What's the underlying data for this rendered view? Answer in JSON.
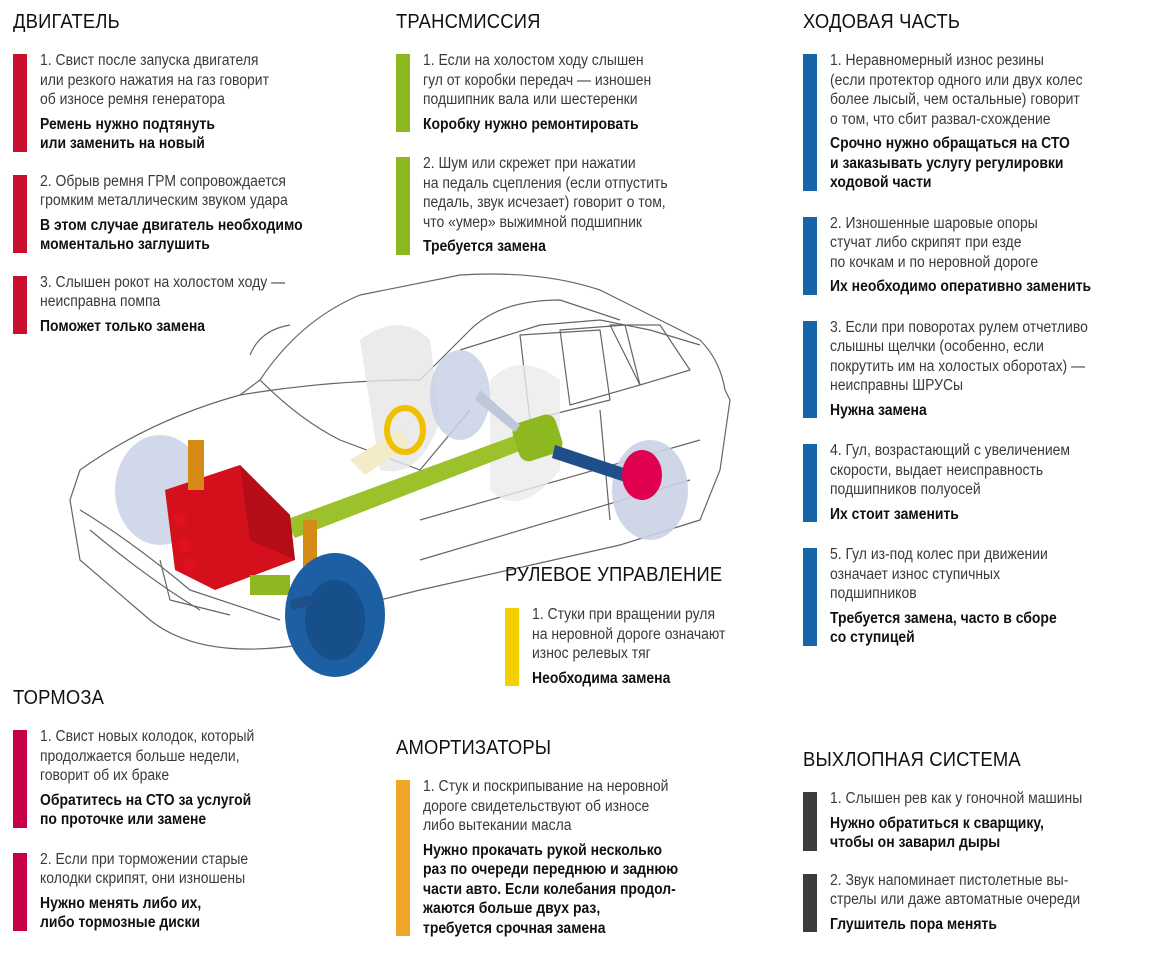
{
  "colors": {
    "engine": "#c8102e",
    "transmission": "#8db81f",
    "chassis": "#1565a8",
    "steering": "#f5d000",
    "brakes": "#c8004a",
    "shocks": "#eea726",
    "exhaust": "#3c3c3c"
  },
  "sections": {
    "engine": {
      "title": "ДВИГАТЕЛЬ",
      "items": [
        {
          "desc": "1. Свист после запуска двигателя\nили резкого нажатия на газ говорит\nоб износе ремня генератора",
          "action": "Ремень нужно подтянуть\nили заменить на новый"
        },
        {
          "desc": "2. Обрыв ремня ГРМ сопровождается\nгромким металлическим звуком удара",
          "action": "В этом случае двигатель необходимо\nмоментально заглушить"
        },
        {
          "desc": "3. Слышен рокот на холостом ходу —\nнеисправна помпа",
          "action": "Поможет только замена"
        }
      ]
    },
    "transmission": {
      "title": "ТРАНСМИССИЯ",
      "items": [
        {
          "desc": "1. Если на холостом ходу слышен\nгул от коробки передач — изношен\nподшипник вала или шестеренки",
          "action": "Коробку нужно ремонтировать"
        },
        {
          "desc": "2. Шум или скрежет при нажатии\nна педаль сцепления (если отпустить\nпедаль, звук исчезает) говорит о том,\nчто «умер» выжимной подшипник",
          "action": "Требуется замена"
        }
      ]
    },
    "chassis": {
      "title": "ХОДОВАЯ ЧАСТЬ",
      "items": [
        {
          "desc": "1. Неравномерный износ резины\n(если протектор одного или двух колес\nболее лысый, чем остальные) говорит\nо том, что сбит развал-схождение",
          "action": "Срочно нужно обращаться на СТО\nи заказывать услугу регулировки\nходовой части"
        },
        {
          "desc": "2. Изношенные шаровые опоры\nстучат либо скрипят при езде\nпо кочкам и по неровной дороге",
          "action": "Их необходимо оперативно заменить"
        },
        {
          "desc": "3. Если при поворотах рулем отчетливо\nслышны щелчки (особенно, если\nпокрутить им на холостых оборотах) —\nнеисправны ШРУСы",
          "action": "Нужна замена"
        },
        {
          "desc": "4. Гул, возрастающий с увеличением\nскорости, выдает неисправность\nподшипников полуосей",
          "action": "Их стоит заменить"
        },
        {
          "desc": "5. Гул из-под колес при движении\nозначает износ ступичных\nподшипников",
          "action": "Требуется замена, часто в сборе\nсо ступицей"
        }
      ]
    },
    "steering": {
      "title": "РУЛЕВОЕ УПРАВЛЕНИЕ",
      "items": [
        {
          "desc": "1. Стуки при вращении руля\nна неровной дороге означают\nизнос релевых тяг",
          "action": "Необходима замена"
        }
      ]
    },
    "brakes": {
      "title": "ТОРМОЗА",
      "items": [
        {
          "desc": "1. Свист новых колодок, который\nпродолжается больше недели,\nговорит об их браке",
          "action": "Обратитесь на СТО за услугой\nпо проточке или замене"
        },
        {
          "desc": "2. Если при торможении старые\nколодки скрипят, они изношены",
          "action": "Нужно менять либо их,\nлибо тормозные диски"
        }
      ]
    },
    "shocks": {
      "title": "АМОРТИЗАТОРЫ",
      "items": [
        {
          "desc": "1. Стук и поскрипывание на неровной\nдороге свидетельствуют об износе\nлибо вытекании масла",
          "action": "Нужно прокачать рукой несколько\nраз по очереди переднюю и заднюю\nчасти авто. Если колебания продол-\nжаются больше двух раз,\nтребуется срочная замена"
        }
      ]
    },
    "exhaust": {
      "title": "ВЫХЛОПНАЯ СИСТЕМА",
      "items": [
        {
          "desc": "1. Слышен рев как у гоночной машины",
          "action": "Нужно обратиться к сварщику,\nчтобы он заварил дыры"
        },
        {
          "desc": "2. Звук напоминает пистолетные вы-\nстрелы или даже автоматные очереди",
          "action": "Глушитель пора менять"
        }
      ]
    }
  }
}
